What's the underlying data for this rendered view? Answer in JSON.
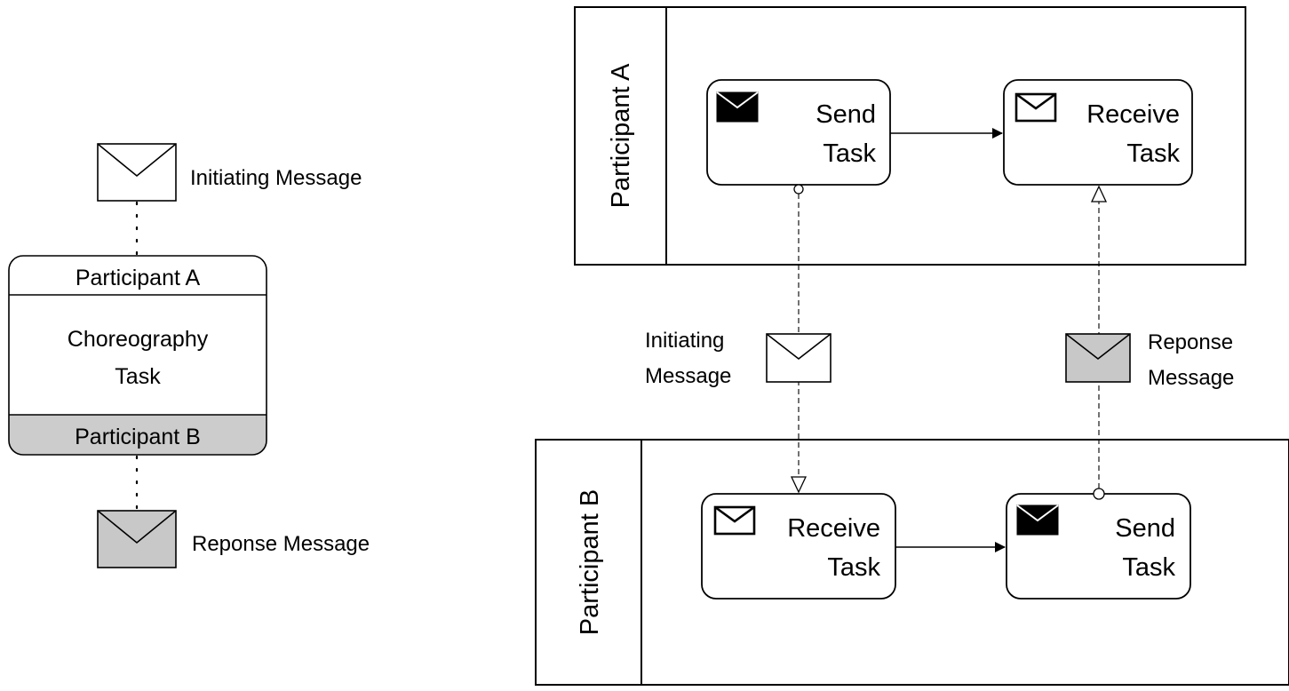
{
  "choreography": {
    "initiating_message_label": "Initiating Message",
    "top_participant": "Participant A",
    "task_name_line1": "Choreography",
    "task_name_line2": "Task",
    "bottom_participant": "Participant B",
    "response_message_label": "Reponse Message"
  },
  "collaboration": {
    "pool_a": {
      "name": "Participant A",
      "send_task": {
        "line1": "Send",
        "line2": "Task"
      },
      "receive_task": {
        "line1": "Receive",
        "line2": "Task"
      }
    },
    "pool_b": {
      "name": "Participant B",
      "receive_task": {
        "line1": "Receive",
        "line2": "Task"
      },
      "send_task": {
        "line1": "Send",
        "line2": "Task"
      }
    },
    "initiating_message": {
      "line1": "Initiating",
      "line2": "Message"
    },
    "response_message": {
      "line1": "Reponse",
      "line2": "Message"
    }
  },
  "colors": {
    "response_fill": "#c8c8c8",
    "participant_b_band": "#cccccc",
    "stroke": "#000000"
  }
}
